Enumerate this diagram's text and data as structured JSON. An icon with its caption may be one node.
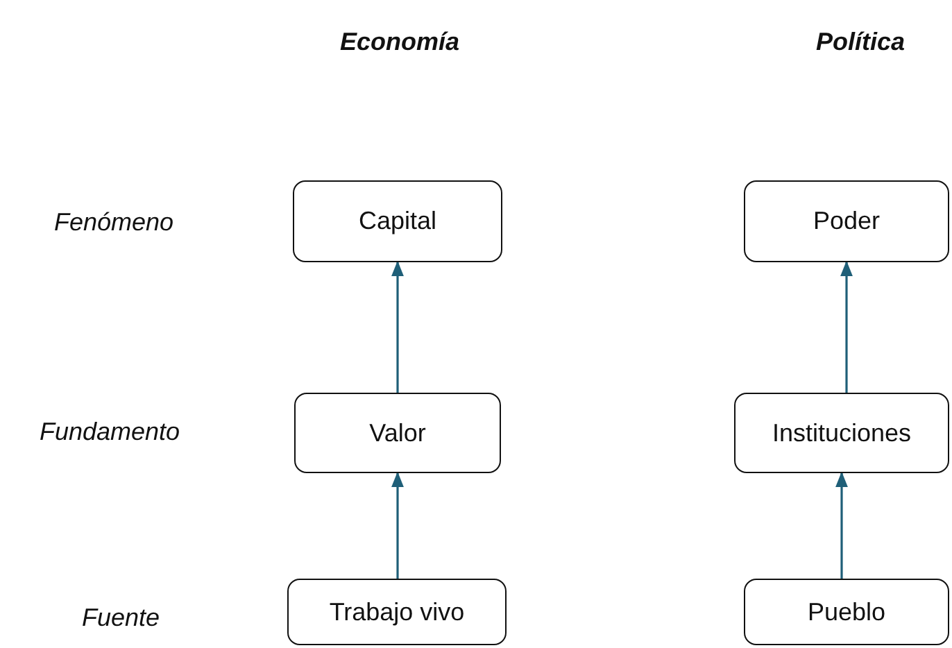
{
  "diagram": {
    "nodes": [
      {
        "text": [
          "Capital"
        ]
      },
      {
        "text": [
          "Poder"
        ]
      },
      {
        "text": [
          "Valor"
        ]
      },
      {
        "text": [
          "Instituciones"
        ]
      },
      {
        "text": [
          "Trabajo vivo"
        ]
      },
      {
        "text": [
          "Pueblo"
        ]
      }
    ],
    "edges": [
      {
        "from": 2,
        "to": 0,
        "arrow": "to"
      },
      {
        "from": 3,
        "to": 1,
        "arrow": "to"
      },
      {
        "from": 4,
        "to": 2,
        "arrow": "to"
      },
      {
        "from": 5,
        "to": 3,
        "arrow": "to"
      }
    ],
    "labels": [
      "Economía",
      "Política",
      "Fenómeno",
      "Fundamento",
      "Fuente"
    ]
  }
}
